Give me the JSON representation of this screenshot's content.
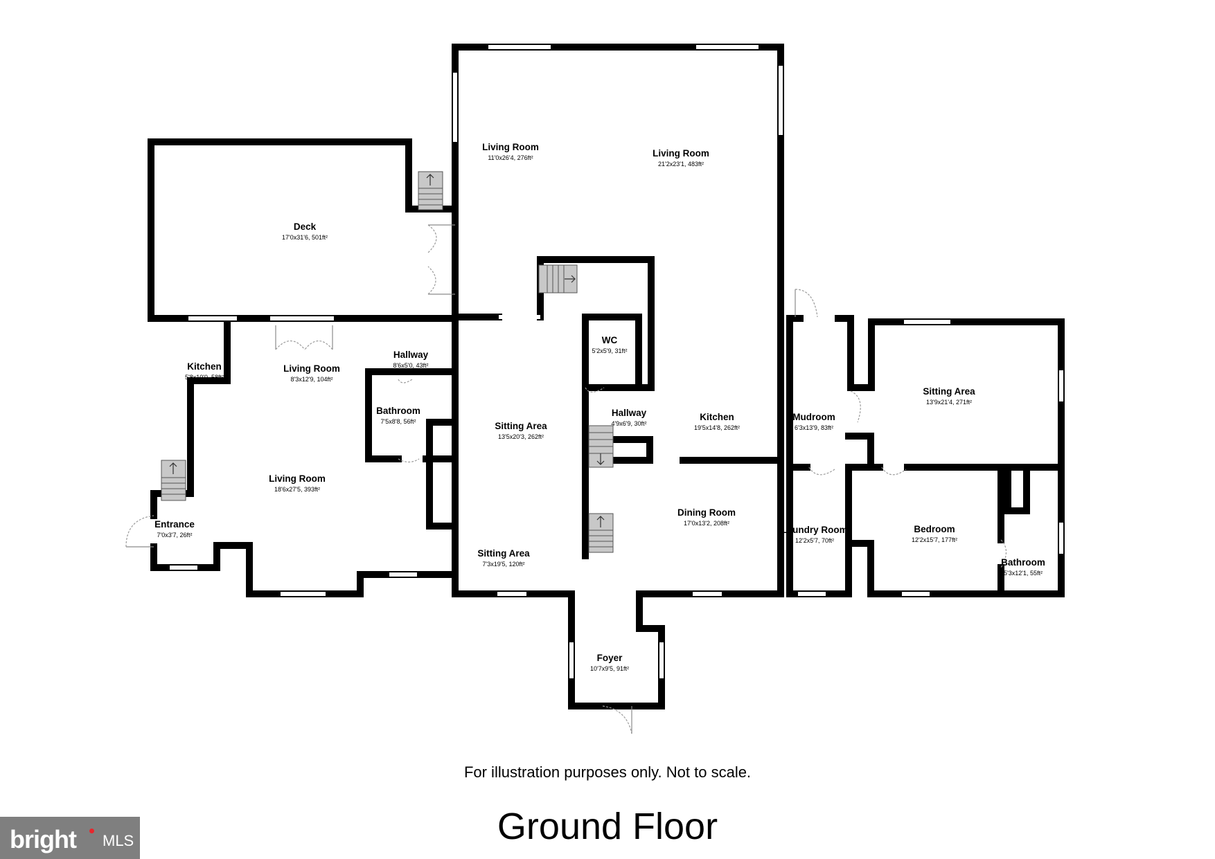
{
  "floor_title": "Ground Floor",
  "disclaimer": "For illustration purposes only. Not to scale.",
  "watermark": {
    "word": "bright",
    "suffix": "MLS",
    "dot_color": "#e8262c"
  },
  "rooms": [
    {
      "name": "Living Room",
      "dims": "11'0x26'4, 276ft²"
    },
    {
      "name": "Living Room",
      "dims": "21'2x23'1, 483ft²"
    },
    {
      "name": "Deck",
      "dims": "17'0x31'6, 501ft²"
    },
    {
      "name": "WC",
      "dims": "5'2x5'9, 31ft²"
    },
    {
      "name": "Kitchen",
      "dims": "5'8x10'0, 58ft²"
    },
    {
      "name": "Living Room",
      "dims": "8'3x12'9, 104ft²"
    },
    {
      "name": "Hallway",
      "dims": "8'6x5'0, 43ft²"
    },
    {
      "name": "Bathroom",
      "dims": "7'5x8'8, 56ft²"
    },
    {
      "name": "Sitting Area",
      "dims": "13'5x20'3, 262ft²"
    },
    {
      "name": "Hallway",
      "dims": "4'9x6'9, 30ft²"
    },
    {
      "name": "Kitchen",
      "dims": "19'5x14'8, 262ft²"
    },
    {
      "name": "Mudroom",
      "dims": "6'3x13'9, 83ft²"
    },
    {
      "name": "Sitting Area",
      "dims": "13'9x21'4, 271ft²"
    },
    {
      "name": "Living Room",
      "dims": "18'6x27'5, 393ft²"
    },
    {
      "name": "Entrance",
      "dims": "7'0x3'7, 26ft²"
    },
    {
      "name": "Sitting Area",
      "dims": "7'3x19'5, 120ft²"
    },
    {
      "name": "Dining Room",
      "dims": "17'0x13'2, 208ft²"
    },
    {
      "name": "Laundry Room",
      "dims": "12'2x5'7, 70ft²"
    },
    {
      "name": "Bedroom",
      "dims": "12'2x15'7, 177ft²"
    },
    {
      "name": "Bathroom",
      "dims": "5'3x12'1, 55ft²"
    },
    {
      "name": "Foyer",
      "dims": "10'7x9'5, 91ft²"
    }
  ]
}
